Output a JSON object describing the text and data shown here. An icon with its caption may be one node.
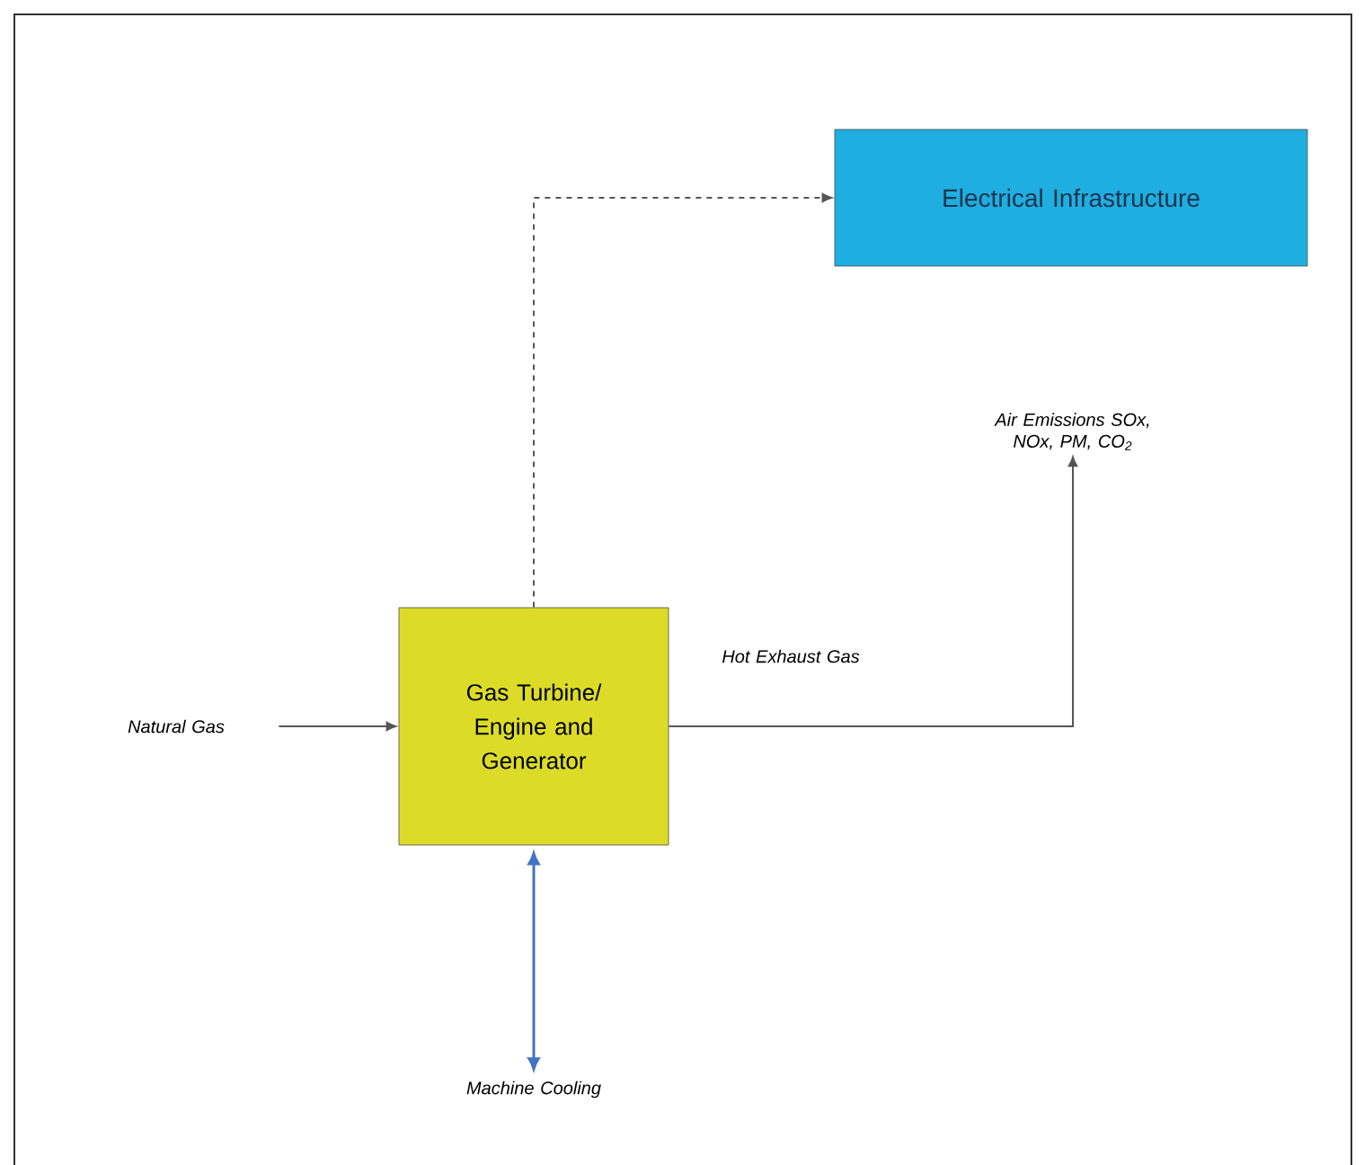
{
  "diagram": {
    "nodes": [
      {
        "text": [
          "Natural Gas"
        ]
      },
      {
        "text": [
          "Gas Turbine/ Engine and Generator"
        ]
      },
      {
        "text": [
          "Electrical Infrastructure"
        ]
      },
      {
        "text": [
          "Air Emissions SOx, NOx, PM, CO$_{2}$"
        ]
      },
      {
        "text": [
          "Machine Cooling"
        ]
      }
    ],
    "edges": [
      {
        "from": 0,
        "to": 1,
        "arrow": "to"
      },
      {
        "from": 1,
        "to": 2,
        "arrow": "to",
        "style": "dashed"
      },
      {
        "from": 1,
        "to": 3,
        "arrow": "to",
        "label": "Hot Exhaust Gas"
      },
      {
        "from": 1,
        "to": 4,
        "arrow": "both",
        "color": "#4472c4"
      }
    ]
  }
}
